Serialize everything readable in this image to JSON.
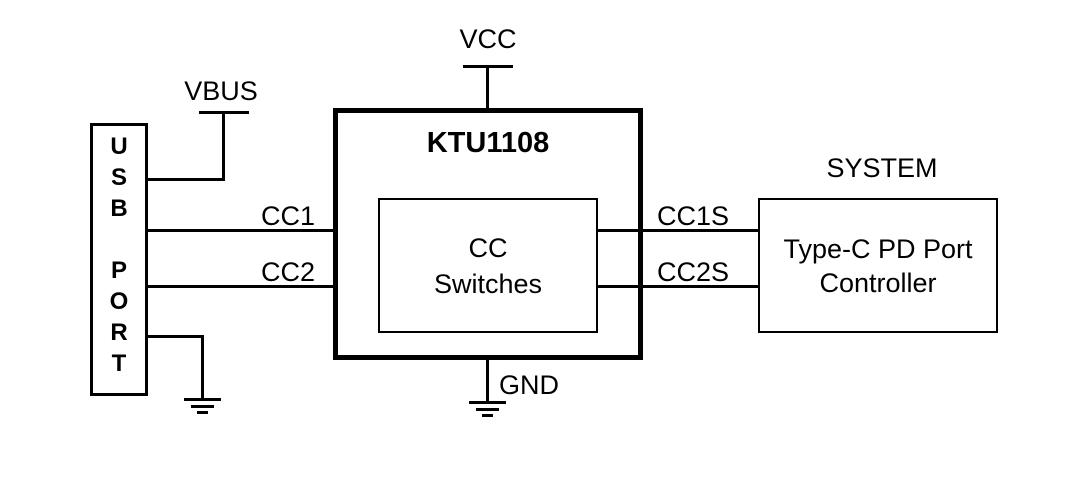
{
  "diagram": {
    "background_color": "#ffffff",
    "line_color": "#000000",
    "rails": {
      "vcc_label": "VCC",
      "vbus_label": "VBUS",
      "gnd_label": "GND"
    },
    "blocks": {
      "usb_port": {
        "word1": [
          "U",
          "S",
          "B"
        ],
        "word2": [
          "P",
          "O",
          "R",
          "T"
        ]
      },
      "ktu1108": {
        "title": "KTU1108"
      },
      "cc_switches": {
        "line1": "CC",
        "line2": "Switches"
      },
      "system": {
        "caption": "SYSTEM",
        "controller_line1": "Type-C PD Port",
        "controller_line2": "Controller"
      }
    },
    "signals": {
      "cc1": "CC1",
      "cc2": "CC2",
      "cc1s": "CC1S",
      "cc2s": "CC2S"
    }
  }
}
